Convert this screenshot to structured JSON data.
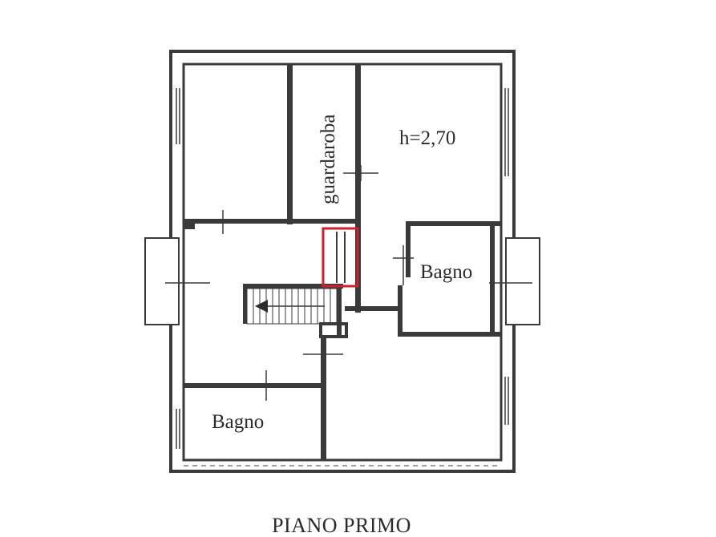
{
  "plan": {
    "title": "PIANO PRIMO",
    "height_label": "h=2,70",
    "rooms": {
      "guardaroba": "guardaroba",
      "bagno_right": "Bagno",
      "bagno_left": "Bagno"
    },
    "colors": {
      "wall": "#3a3a3a",
      "highlight": "#d0202a",
      "background": "#ffffff"
    }
  }
}
